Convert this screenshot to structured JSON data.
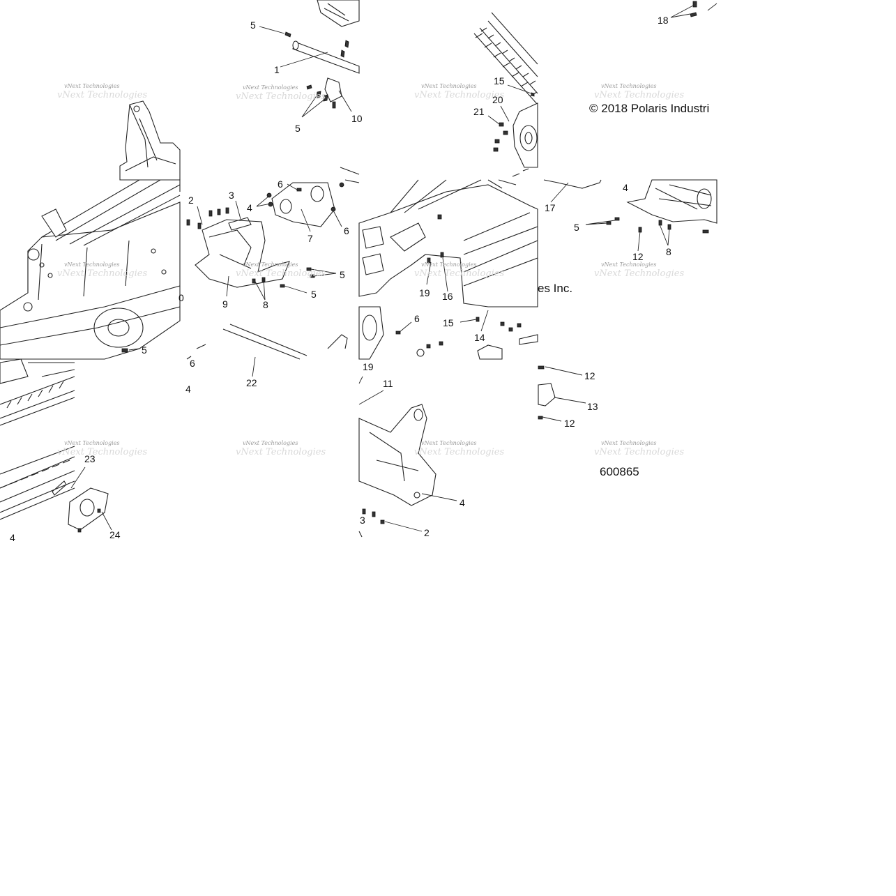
{
  "diagram": {
    "copyright_left": "© 2018 Polaris Industri",
    "copyright_right": "es Inc.",
    "figure_number": "600865",
    "watermark": "vNext Technologies",
    "callouts": [
      {
        "id": "c1",
        "label": "5"
      },
      {
        "id": "c2",
        "label": "1"
      },
      {
        "id": "c3",
        "label": "5"
      },
      {
        "id": "c4",
        "label": "10"
      },
      {
        "id": "c5",
        "label": "15"
      },
      {
        "id": "c6",
        "label": "20"
      },
      {
        "id": "c7",
        "label": "21"
      },
      {
        "id": "c8",
        "label": "18"
      },
      {
        "id": "c9",
        "label": "2"
      },
      {
        "id": "c10",
        "label": "3"
      },
      {
        "id": "c11",
        "label": "4"
      },
      {
        "id": "c12",
        "label": "6"
      },
      {
        "id": "c13",
        "label": "7"
      },
      {
        "id": "c14",
        "label": "6"
      },
      {
        "id": "c15",
        "label": "5"
      },
      {
        "id": "c16",
        "label": "5"
      },
      {
        "id": "c17",
        "label": "9"
      },
      {
        "id": "c18",
        "label": "8"
      },
      {
        "id": "c19",
        "label": "5"
      },
      {
        "id": "c20",
        "label": "6"
      },
      {
        "id": "c21",
        "label": "22"
      },
      {
        "id": "c22",
        "label": "4"
      },
      {
        "id": "c23",
        "label": "19"
      },
      {
        "id": "c24",
        "label": "16"
      },
      {
        "id": "c25",
        "label": "6"
      },
      {
        "id": "c26",
        "label": "15"
      },
      {
        "id": "c27",
        "label": "14"
      },
      {
        "id": "c28",
        "label": "19"
      },
      {
        "id": "c29",
        "label": "11"
      },
      {
        "id": "c30",
        "label": "17"
      },
      {
        "id": "c31",
        "label": "4"
      },
      {
        "id": "c32",
        "label": "5"
      },
      {
        "id": "c33",
        "label": "12"
      },
      {
        "id": "c34",
        "label": "8"
      },
      {
        "id": "c35",
        "label": "12"
      },
      {
        "id": "c36",
        "label": "13"
      },
      {
        "id": "c37",
        "label": "12"
      },
      {
        "id": "c38",
        "label": "23"
      },
      {
        "id": "c39",
        "label": "24"
      },
      {
        "id": "c40",
        "label": "4"
      },
      {
        "id": "c41",
        "label": "3"
      },
      {
        "id": "c42",
        "label": "2"
      },
      {
        "id": "c43",
        "label": "0"
      },
      {
        "id": "c44",
        "label": "4"
      }
    ]
  }
}
